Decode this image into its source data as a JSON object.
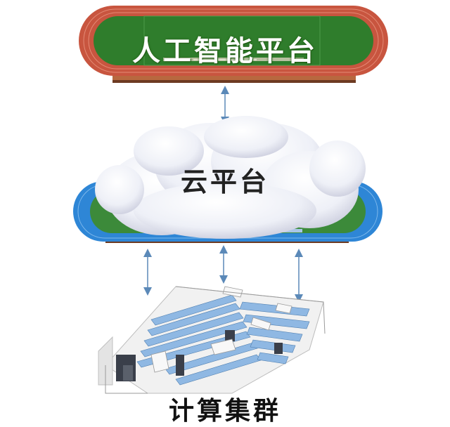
{
  "layers": {
    "ai_platform": {
      "label": "人工智能平台",
      "track_color": "#c8553f",
      "field_color": "#2f7d2c"
    },
    "cloud_platform": {
      "label": "云平台",
      "track_color": "#2e86d6",
      "field_color": "#3c8a3a"
    },
    "compute_cluster": {
      "label": "计算集群",
      "rack_color": "#8fb8e3"
    }
  },
  "connector_color": "#5b89b8"
}
